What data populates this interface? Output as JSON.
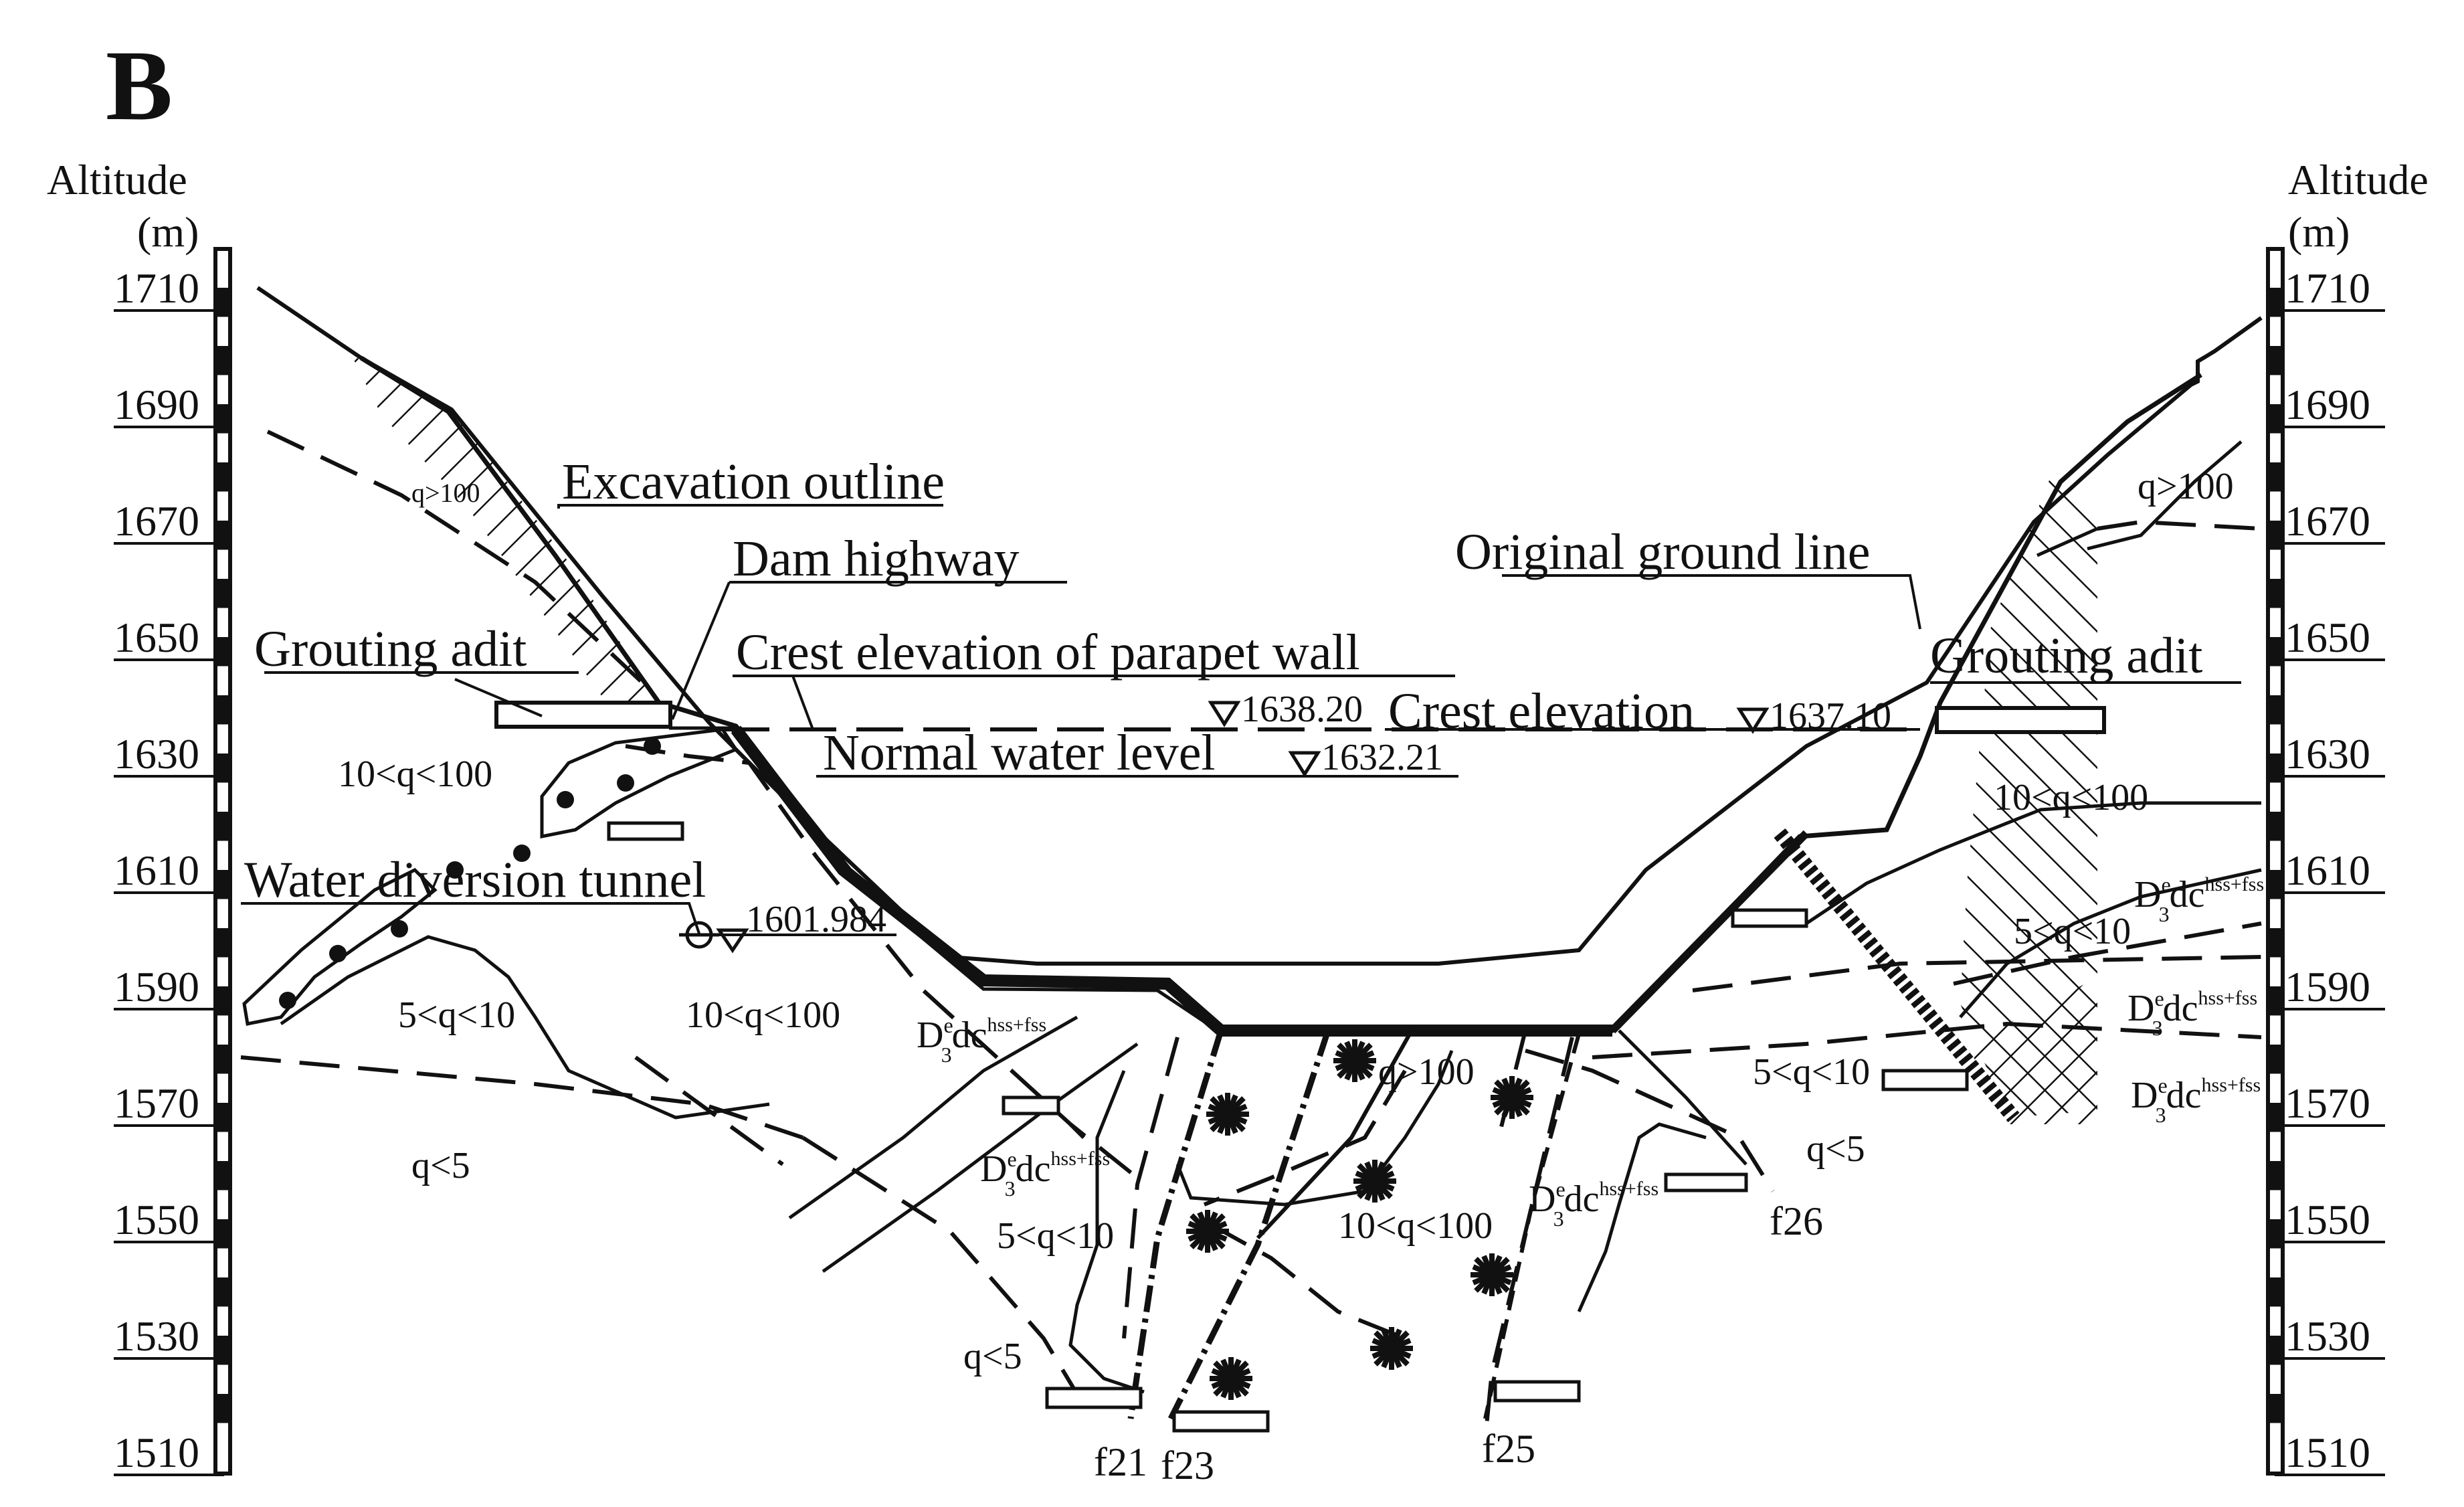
{
  "panel_label": "B",
  "axis": {
    "title_line1": "Altitude",
    "title_line2": "(m)",
    "unit": "m",
    "ticks": [
      "1710",
      "1690",
      "1670",
      "1650",
      "1630",
      "1610",
      "1590",
      "1570",
      "1550",
      "1530",
      "1510"
    ],
    "range": [
      1510,
      1710
    ]
  },
  "labels": {
    "excavation_outline": "Excavation outline",
    "dam_highway": "Dam highway",
    "original_ground_line": "Original ground line",
    "grouting_adit_left": "Grouting adit",
    "grouting_adit_right": "Grouting adit",
    "crest_parapet": "Crest elevation of parapet wall",
    "crest_parapet_value": "1638.20",
    "crest_elevation": "Crest elevation",
    "crest_elevation_value": "1637.10",
    "normal_water_level": "Normal water level",
    "normal_water_level_value": "1632.21",
    "water_diversion_tunnel": "Water diversion tunnel",
    "water_diversion_tunnel_value": "1601.984"
  },
  "zones": {
    "q_gt100_left": "q>100",
    "q_10_100_left_upper": "10<q<100",
    "q_5_10_left": "5<q<10",
    "q_10_100_left_lower": "10<q<100",
    "q_lt5_left": "q<5",
    "q_5_10_center": "5<q<10",
    "q_lt5_bottom": "q<5",
    "q_gt100_center": "q>100",
    "q_10_100_center": "10<q<100",
    "q_5_10_right": "5<q<10",
    "q_lt5_right": "q<5",
    "q_gt100_right": "q>100",
    "q_10_100_right": "10<q<100",
    "q_5_10_right_upper": "5<q<10"
  },
  "faults": [
    "f21",
    "f23",
    "f25",
    "f26"
  ],
  "formation": {
    "base": "D",
    "sub": "3",
    "sup": "e",
    "mid": "dc",
    "tail": "hss+fss"
  },
  "colors": {
    "ink": "#111111",
    "background": "#ffffff"
  }
}
